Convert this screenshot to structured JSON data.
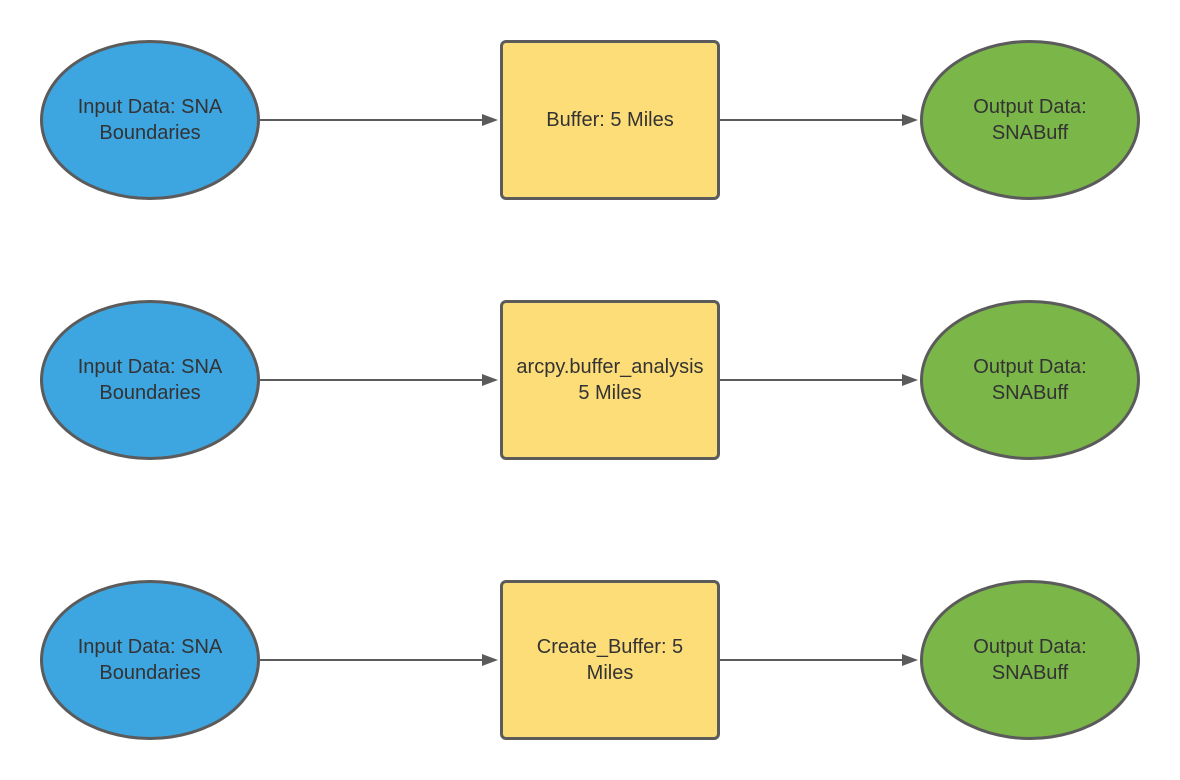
{
  "colors": {
    "input": "#3da5e0",
    "process": "#fddd78",
    "output": "#7ab648",
    "stroke": "#5b5b5b",
    "text": "#333333"
  },
  "rows": [
    {
      "input": {
        "lines": [
          "Input Data: SNA",
          "Boundaries"
        ]
      },
      "process": {
        "lines": [
          "Buffer: 5 Miles"
        ]
      },
      "output": {
        "lines": [
          "Output Data:",
          "SNABuff"
        ]
      }
    },
    {
      "input": {
        "lines": [
          "Input Data: SNA",
          "Boundaries"
        ]
      },
      "process": {
        "lines": [
          "arcpy.buffer_analysis",
          "5 Miles"
        ]
      },
      "output": {
        "lines": [
          "Output Data:",
          "SNABuff"
        ]
      }
    },
    {
      "input": {
        "lines": [
          "Input Data: SNA",
          "Boundaries"
        ]
      },
      "process": {
        "lines": [
          "Create_Buffer: 5",
          "Miles"
        ]
      },
      "output": {
        "lines": [
          "Output Data:",
          "SNABuff"
        ]
      }
    }
  ]
}
